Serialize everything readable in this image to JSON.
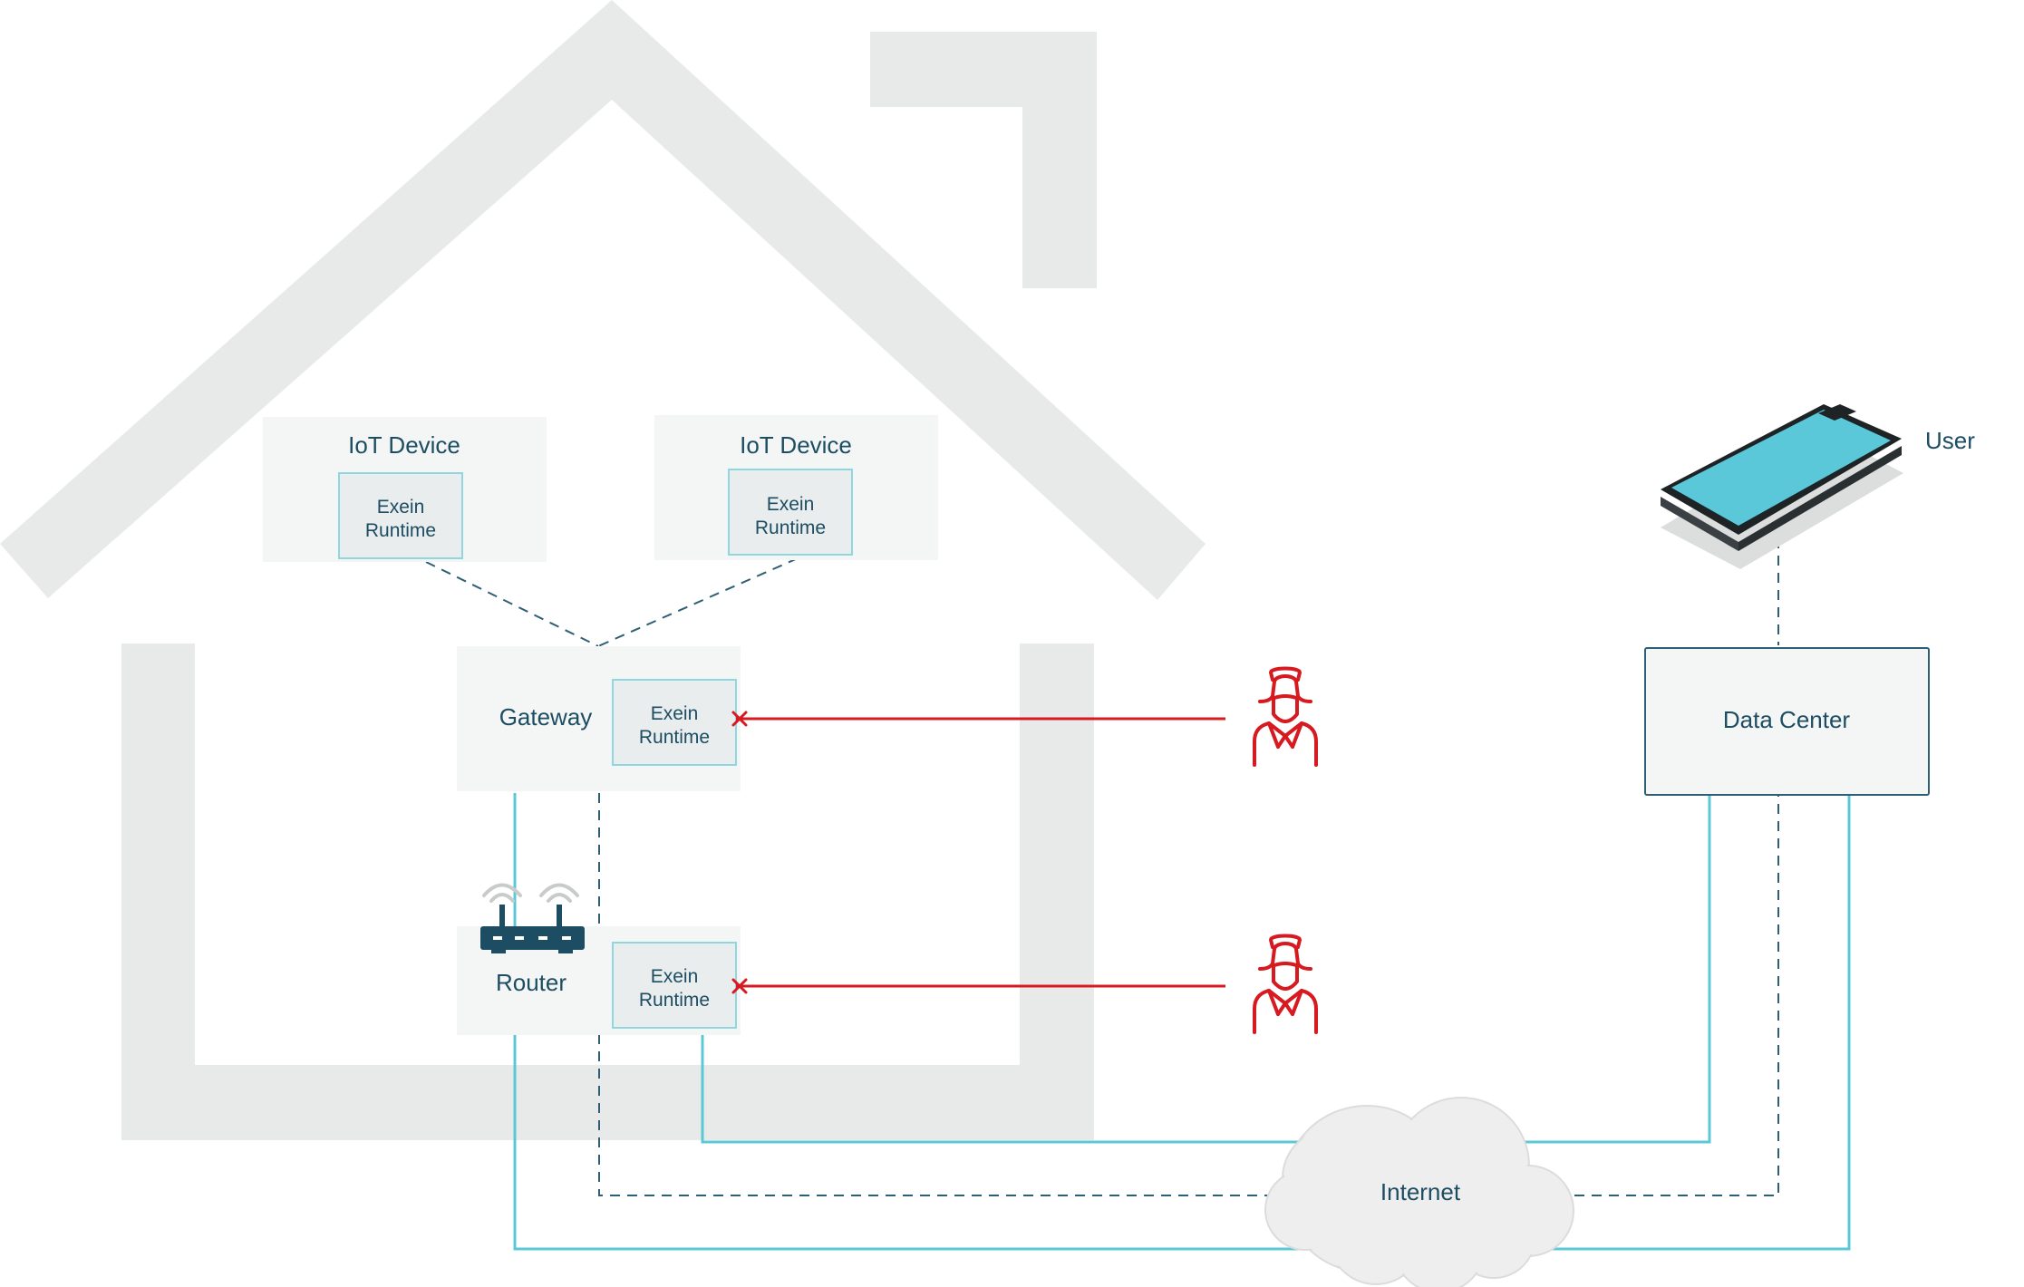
{
  "iot_devices": [
    {
      "title": "IoT Device",
      "runtime_line1": "Exein",
      "runtime_line2": "Runtime"
    },
    {
      "title": "IoT Device",
      "runtime_line1": "Exein",
      "runtime_line2": "Runtime"
    }
  ],
  "gateway": {
    "label": "Gateway",
    "runtime_line1": "Exein",
    "runtime_line2": "Runtime"
  },
  "router": {
    "label": "Router",
    "runtime_line1": "Exein",
    "runtime_line2": "Runtime"
  },
  "data_center": {
    "label": "Data Center"
  },
  "user": {
    "label": "User"
  },
  "internet": {
    "label": "Internet"
  },
  "colors": {
    "house": "#e8e9e9",
    "box_fill": "#f4f5f5",
    "runtime_fill": "#e9eded",
    "runtime_border": "#8fd6df",
    "connection": "#5cc8d6",
    "dashed": "#2f5f74",
    "text": "#1d4d63",
    "threat": "#d71920",
    "phone_screen": "#5ac8d8"
  }
}
